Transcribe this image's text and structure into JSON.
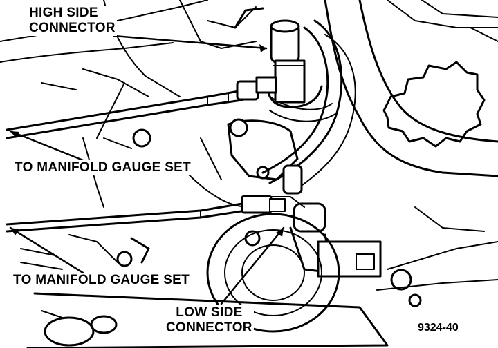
{
  "diagram": {
    "callouts": {
      "high_side_line1": "HIGH SIDE",
      "high_side_line2": "CONNECTOR",
      "gauge_set_upper": "TO MANIFOLD GAUGE SET",
      "gauge_set_lower": "TO MANIFOLD GAUGE SET",
      "low_side_line1": "LOW SIDE",
      "low_side_line2": "CONNECTOR"
    },
    "figure_number": "9324-40",
    "line_color": "#000000",
    "background_color": "#ffffff"
  }
}
